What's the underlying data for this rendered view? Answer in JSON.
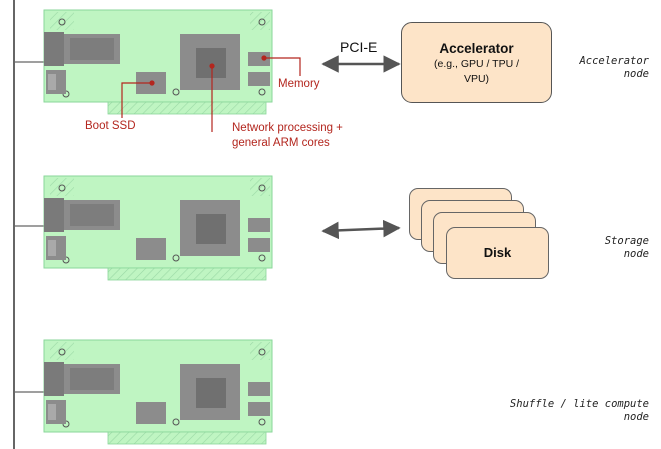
{
  "connection": {
    "label": "PCI-E"
  },
  "accelerator": {
    "title": "Accelerator",
    "subtitle_line1": "(e.g., GPU / TPU /",
    "subtitle_line2": "VPU)"
  },
  "disk": {
    "label": "Disk"
  },
  "callouts": {
    "memory": "Memory",
    "boot_ssd": "Boot SSD",
    "network_line1": "Network processing +",
    "network_line2": "general ARM cores"
  },
  "nodes": [
    {
      "line1": "Accelerator",
      "line2": "node"
    },
    {
      "line1": "Storage",
      "line2": "node"
    },
    {
      "line1": "Shuffle / lite compute",
      "line2": "node"
    }
  ],
  "colors": {
    "board": "#bff5c2",
    "board_edge": "#8ad69a",
    "chip": "#8c8c8c",
    "chip_dark": "#6f6f6f",
    "callout": "#b3261e",
    "box_fill": "#fde4c8"
  }
}
